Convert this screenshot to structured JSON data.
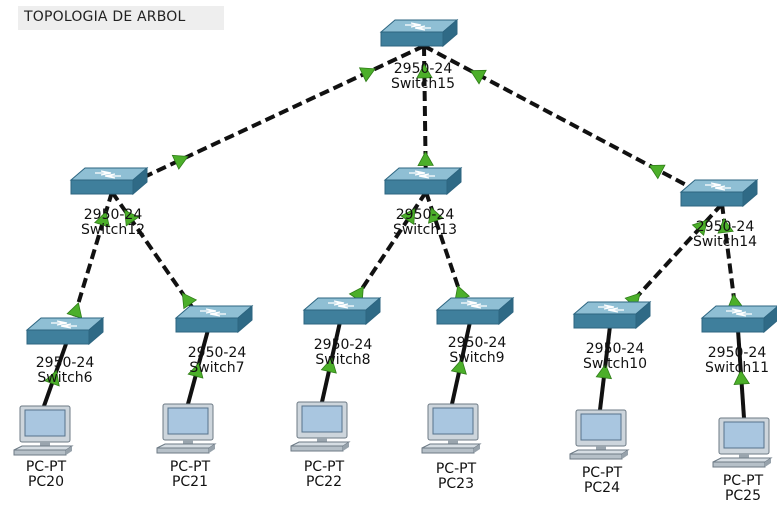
{
  "title": "TOPOLOGIA DE ARBOL",
  "colors": {
    "switch_top": "#6a9fb8",
    "switch_front": "#3f7f9c",
    "link": "#111111",
    "link_arrow": "#4caf2a"
  },
  "icons": {
    "switch": "switch-icon",
    "pc": "pc-icon",
    "link_light": "triangle-icon"
  },
  "devices": {
    "switch15": {
      "model": "2950-24",
      "name": "Switch15"
    },
    "switch12": {
      "model": "2950-24",
      "name": "Switch12"
    },
    "switch13": {
      "model": "2950-24",
      "name": "Switch13"
    },
    "switch14": {
      "model": "2950-24",
      "name": "Switch14"
    },
    "switch6": {
      "model": "2950-24",
      "name": "Switch6"
    },
    "switch7": {
      "model": "2950-24",
      "name": "Switch7"
    },
    "switch8": {
      "model": "2950-24",
      "name": "Switch8"
    },
    "switch9": {
      "model": "2950-24",
      "name": "Switch9"
    },
    "switch10": {
      "model": "2950-24",
      "name": "Switch10"
    },
    "switch11": {
      "model": "2950-24",
      "name": "Switch11"
    },
    "pc20": {
      "model": "PC-PT",
      "name": "PC20"
    },
    "pc21": {
      "model": "PC-PT",
      "name": "PC21"
    },
    "pc22": {
      "model": "PC-PT",
      "name": "PC22"
    },
    "pc23": {
      "model": "PC-PT",
      "name": "PC23"
    },
    "pc24": {
      "model": "PC-PT",
      "name": "PC24"
    },
    "pc25": {
      "model": "PC-PT",
      "name": "PC25"
    }
  },
  "links": [
    {
      "from": "Switch15",
      "to": "Switch12"
    },
    {
      "from": "Switch15",
      "to": "Switch13"
    },
    {
      "from": "Switch15",
      "to": "Switch14"
    },
    {
      "from": "Switch12",
      "to": "Switch6"
    },
    {
      "from": "Switch12",
      "to": "Switch7"
    },
    {
      "from": "Switch13",
      "to": "Switch8"
    },
    {
      "from": "Switch13",
      "to": "Switch9"
    },
    {
      "from": "Switch14",
      "to": "Switch10"
    },
    {
      "from": "Switch14",
      "to": "Switch11"
    },
    {
      "from": "Switch6",
      "to": "PC20"
    },
    {
      "from": "Switch7",
      "to": "PC21"
    },
    {
      "from": "Switch8",
      "to": "PC22"
    },
    {
      "from": "Switch9",
      "to": "PC23"
    },
    {
      "from": "Switch10",
      "to": "PC24"
    },
    {
      "from": "Switch11",
      "to": "PC25"
    }
  ]
}
